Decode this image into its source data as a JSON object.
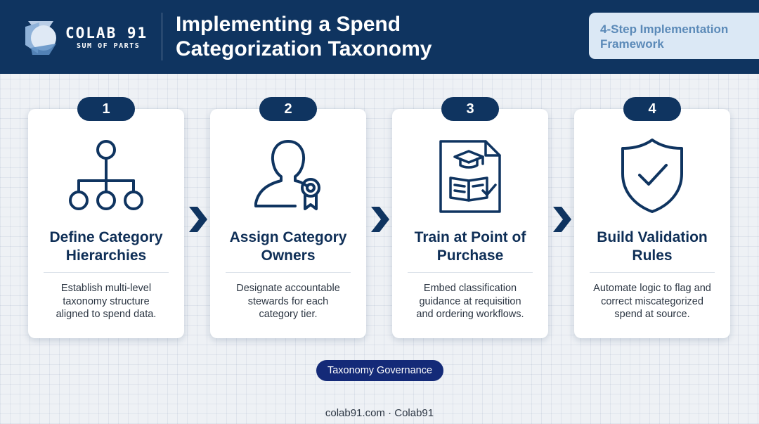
{
  "header": {
    "logo": {
      "name": "COLAB 91",
      "tagline": "SUM OF PARTS"
    },
    "title_line1": "Implementing a Spend",
    "title_line2": "Categorization Taxonomy",
    "framework_line1": "4-Step Implementation",
    "framework_line2": "Framework"
  },
  "steps": [
    {
      "number": "1",
      "icon": "hierarchy-icon",
      "title_line1": "Define Category",
      "title_line2": "Hierarchies",
      "desc_line1": "Establish multi-level",
      "desc_line2": "taxonomy structure",
      "desc_line3": "aligned to spend data."
    },
    {
      "number": "2",
      "icon": "user-award-icon",
      "title_line1": "Assign Category",
      "title_line2": "Owners",
      "desc_line1": "Designate accountable",
      "desc_line2": "stewards for each",
      "desc_line3": "category tier."
    },
    {
      "number": "3",
      "icon": "training-document-icon",
      "title_line1": "Train at Point of",
      "title_line2": "Purchase",
      "desc_line1": "Embed classification",
      "desc_line2": "guidance at requisition",
      "desc_line3": "and ordering workflows."
    },
    {
      "number": "4",
      "icon": "shield-check-icon",
      "title_line1": "Build Validation",
      "title_line2": "Rules",
      "desc_line1": "Automate logic to flag and",
      "desc_line2": "correct miscategorized",
      "desc_line3": "spend at source."
    }
  ],
  "governance_label": "Taxonomy Governance",
  "footer_text": "colab91.com · Colab91",
  "colors": {
    "navy": "#0f3460",
    "title_text": "#0f2f57",
    "badge_background": "#dbe8f5",
    "badge_text": "#5b8ab8",
    "governance_pill": "#142a78",
    "background": "#eef1f5"
  }
}
